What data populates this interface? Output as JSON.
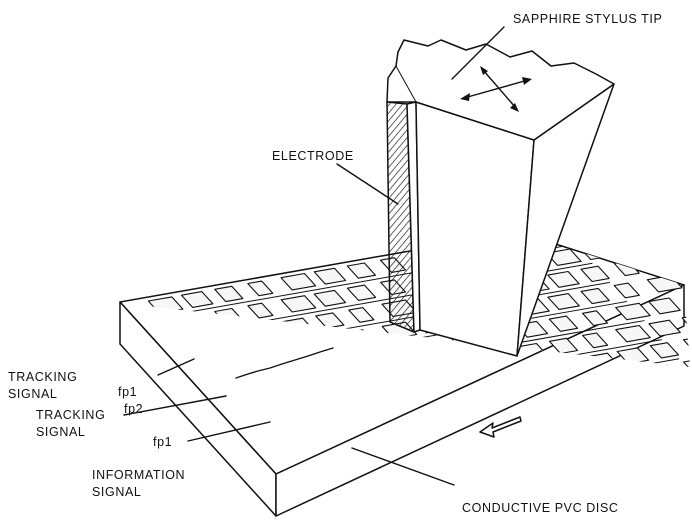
{
  "labels": {
    "stylus": "SAPPHIRE STYLUS TIP",
    "electrode": "ELECTRODE",
    "tracking1_line1": "TRACKING",
    "tracking1_line2": "SIGNAL",
    "tracking1_freq": "fp1",
    "tracking2_line1": "TRACKING",
    "tracking2_freq": "fp2",
    "tracking2_line2": "SIGNAL",
    "info_freq": "fp1",
    "info_line1": "INFORMATION",
    "info_line2": "SIGNAL",
    "disc": "CONDUCTIVE PVC DISC"
  },
  "colors": {
    "ink": "#111111",
    "paper": "#ffffff",
    "groove": "#f3f3f3",
    "shade": "#e9e9e9"
  },
  "icons": {
    "motion": "four-way-arrow-icon",
    "direction": "left-arrow-icon"
  }
}
